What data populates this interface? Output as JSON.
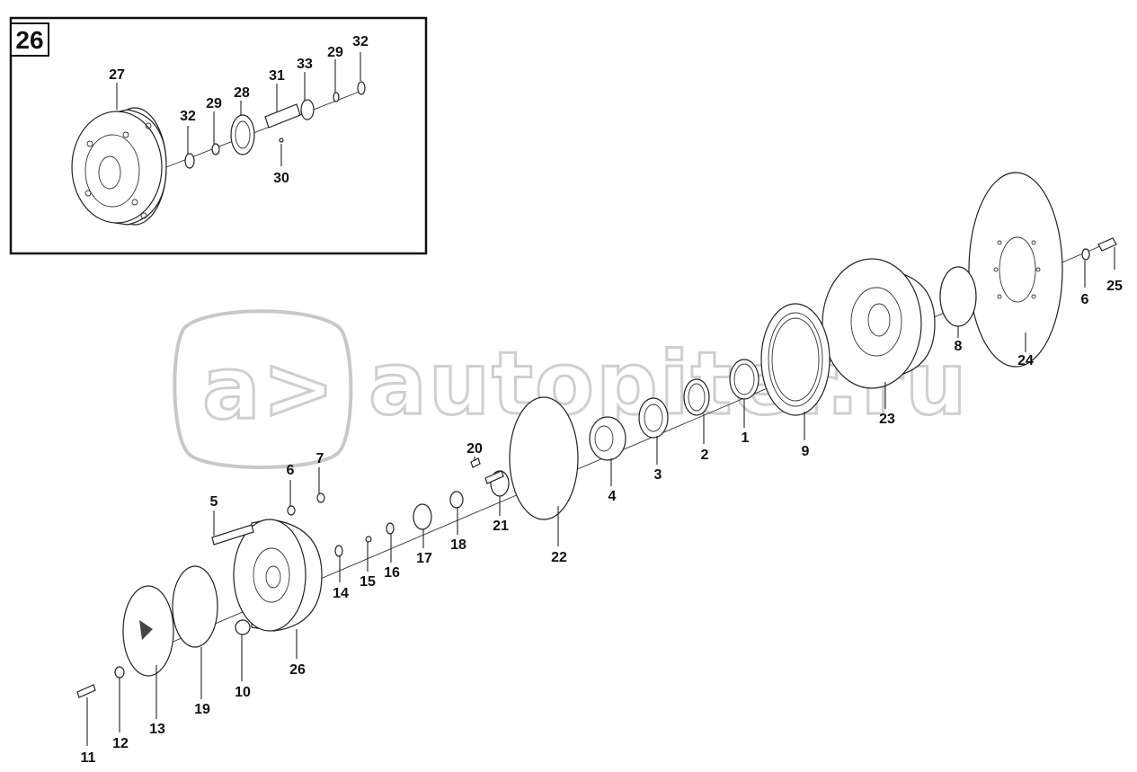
{
  "inset": {
    "label": "26"
  },
  "watermark": {
    "logo_text": "a>",
    "site_text": "autopiter.ru"
  },
  "callouts": {
    "c27": "27",
    "c32a": "32",
    "c29a": "29",
    "c28": "28",
    "c31": "31",
    "c33": "33",
    "c29b": "29",
    "c32b": "32",
    "c30": "30",
    "c25": "25",
    "c6a": "6",
    "c8": "8",
    "c24": "24",
    "c23": "23",
    "c9": "9",
    "c1": "1",
    "c2": "2",
    "c3": "3",
    "c4": "4",
    "c20": "20",
    "c21": "21",
    "c22": "22",
    "c18": "18",
    "c17": "17",
    "c16": "16",
    "c15": "15",
    "c14": "14",
    "c6b": "6",
    "c7": "7",
    "c5": "5",
    "c26": "26",
    "c10": "10",
    "c19": "19",
    "c13": "13",
    "c12": "12",
    "c11": "11"
  }
}
